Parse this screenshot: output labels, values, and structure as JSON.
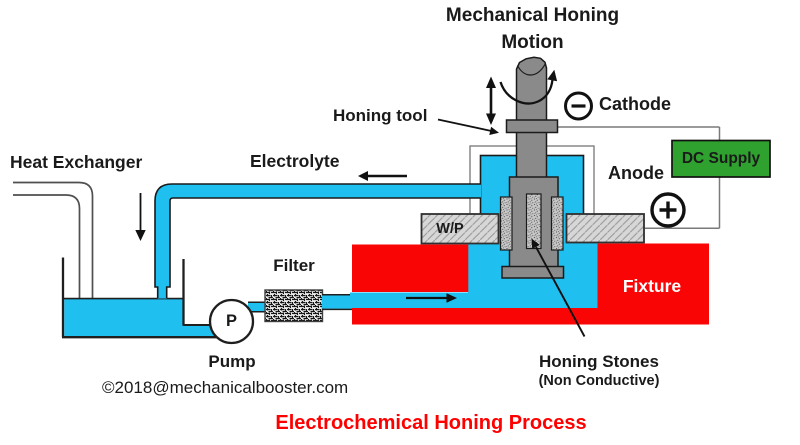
{
  "diagram": {
    "caption": "Electrochemical Honing Process",
    "watermark": "©2018@mechanicalbooster.com",
    "labels": {
      "motion_line1": "Mechanical Honing",
      "motion_line2": "Motion",
      "honing_tool": "Honing tool",
      "cathode": "Cathode",
      "anode": "Anode",
      "dc_supply": "DC Supply",
      "heat_exchanger": "Heat Exchanger",
      "electrolyte": "Electrolyte",
      "workpiece": "W/P",
      "fixture": "Fixture",
      "filter": "Filter",
      "pump": "Pump",
      "pump_symbol": "P",
      "honing_stones_line1": "Honing Stones",
      "honing_stones_line2": "(Non Conductive)"
    },
    "colors": {
      "electrolyte_cyan": "#1FBFF0",
      "fixture_red": "#FA0505",
      "dc_supply_green": "#2FA12F",
      "tool_gray": "#8A8A8A",
      "caption_red": "#FF0000",
      "wire_gray": "#7A7A7A"
    }
  }
}
